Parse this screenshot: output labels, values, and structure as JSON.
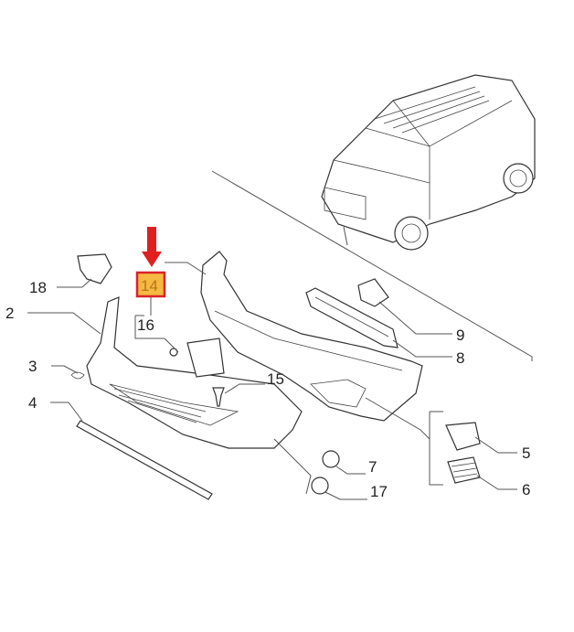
{
  "callouts": {
    "c18": "18",
    "c2": "2",
    "c3": "3",
    "c4": "4",
    "c14": "14",
    "c16": "16",
    "c15": "15",
    "c9": "9",
    "c8": "8",
    "c5": "5",
    "c6": "6",
    "c7": "7",
    "c17": "17"
  },
  "highlight": {
    "part": "14",
    "fill": "#f5b942",
    "border": "#d9232a",
    "arrow_color": "#e02020"
  }
}
